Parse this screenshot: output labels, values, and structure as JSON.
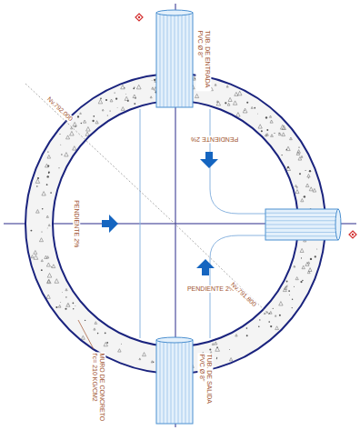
{
  "diagram": {
    "labels": [
      "TUB. DE ENTRADA PVC Ø 8\"",
      "PENDIENTE 2%",
      "PENDIENTE 2%",
      "PENDIENTE 2%",
      "Nv.792.000",
      "Nv.791.800",
      "TUB. DE SALIDA PVC Ø 8\"",
      "MURO DE CONCRETO f'c= 210 KG/CM2"
    ]
  }
}
